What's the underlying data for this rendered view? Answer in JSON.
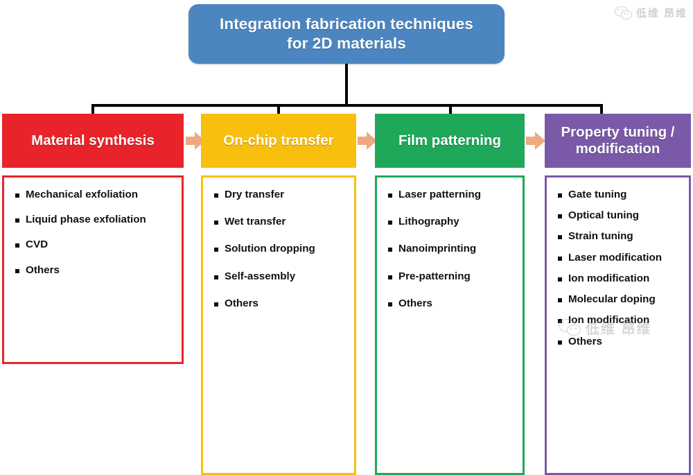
{
  "title": {
    "line1": "Integration fabrication techniques",
    "line2": "for 2D materials",
    "color": "#4c86c0"
  },
  "arrow_color": "#efa880",
  "connector_color": "#000000",
  "columns": [
    {
      "header": "Material synthesis",
      "color": "#e8242a",
      "items": [
        "Mechanical exfoliation",
        "Liquid phase exfoliation",
        "CVD",
        "Others"
      ]
    },
    {
      "header": "On-chip transfer",
      "color": "#f9bf0e",
      "items": [
        "Dry transfer",
        "Wet transfer",
        "Solution dropping",
        "Self-assembly",
        "Others"
      ]
    },
    {
      "header": "Film patterning",
      "color": "#1fa85a",
      "items": [
        "Laser patterning",
        "Lithography",
        "Nanoimprinting",
        "Pre-patterning",
        "Others"
      ]
    },
    {
      "header": "Property tuning /\nmodification",
      "header_line1": "Property tuning /",
      "header_line2": "modification",
      "color": "#7a5aa8",
      "items": [
        "Gate tuning",
        "Optical tuning",
        "Strain tuning",
        "Laser modification",
        "Ion modification",
        "Molecular doping",
        "Ion modification",
        "Others"
      ]
    }
  ],
  "watermarks": [
    {
      "text": "低维 昂维"
    },
    {
      "text": "低维 昂维"
    }
  ]
}
